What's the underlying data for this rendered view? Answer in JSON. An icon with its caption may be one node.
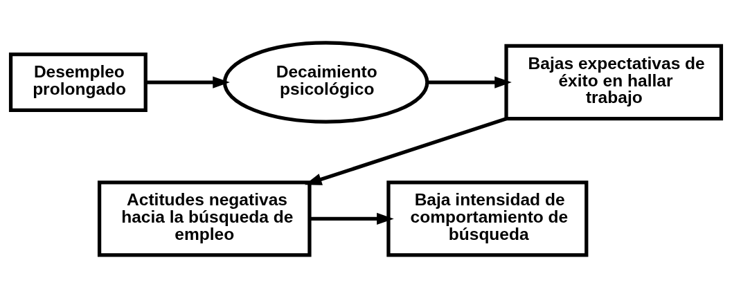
{
  "diagram": {
    "nodes": [
      {
        "text": [
          "Desempleo prolongado"
        ]
      },
      {
        "text": [
          "Decaimiento psicológico"
        ]
      },
      {
        "text": [
          "Bajas expectativas de éxito en hallar trabajo"
        ]
      },
      {
        "text": [
          "Actitudes negativas hacia la búsqueda de empleo"
        ]
      },
      {
        "text": [
          "Baja intensidad de comportamiento de búsqueda"
        ]
      }
    ],
    "edges": [
      {
        "from": 0,
        "to": 1,
        "arrow": "to"
      },
      {
        "from": 1,
        "to": 2,
        "arrow": "to"
      },
      {
        "from": 2,
        "to": 3,
        "arrow": "to"
      },
      {
        "from": 3,
        "to": 4,
        "arrow": "to"
      }
    ]
  }
}
